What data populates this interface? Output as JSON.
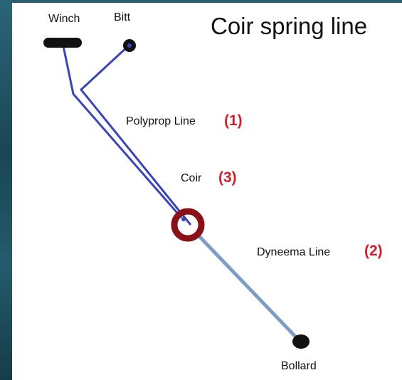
{
  "title": "Coir spring line",
  "labels": {
    "winch": "Winch",
    "bitt": "Bitt",
    "bollard": "Bollard",
    "polyprop": "Polyprop Line",
    "polyprop_num": "(1)",
    "coir": "Coir",
    "coir_num": "(3)",
    "dyneema": "Dyneema Line",
    "dyneema_num": "(2)"
  },
  "colors": {
    "polyprop_line": "#3a44b8",
    "dyneema_line": "#7e9cc6",
    "coir_ring": "#8b1118",
    "fitting": "#111111",
    "number": "#d0212b"
  }
}
